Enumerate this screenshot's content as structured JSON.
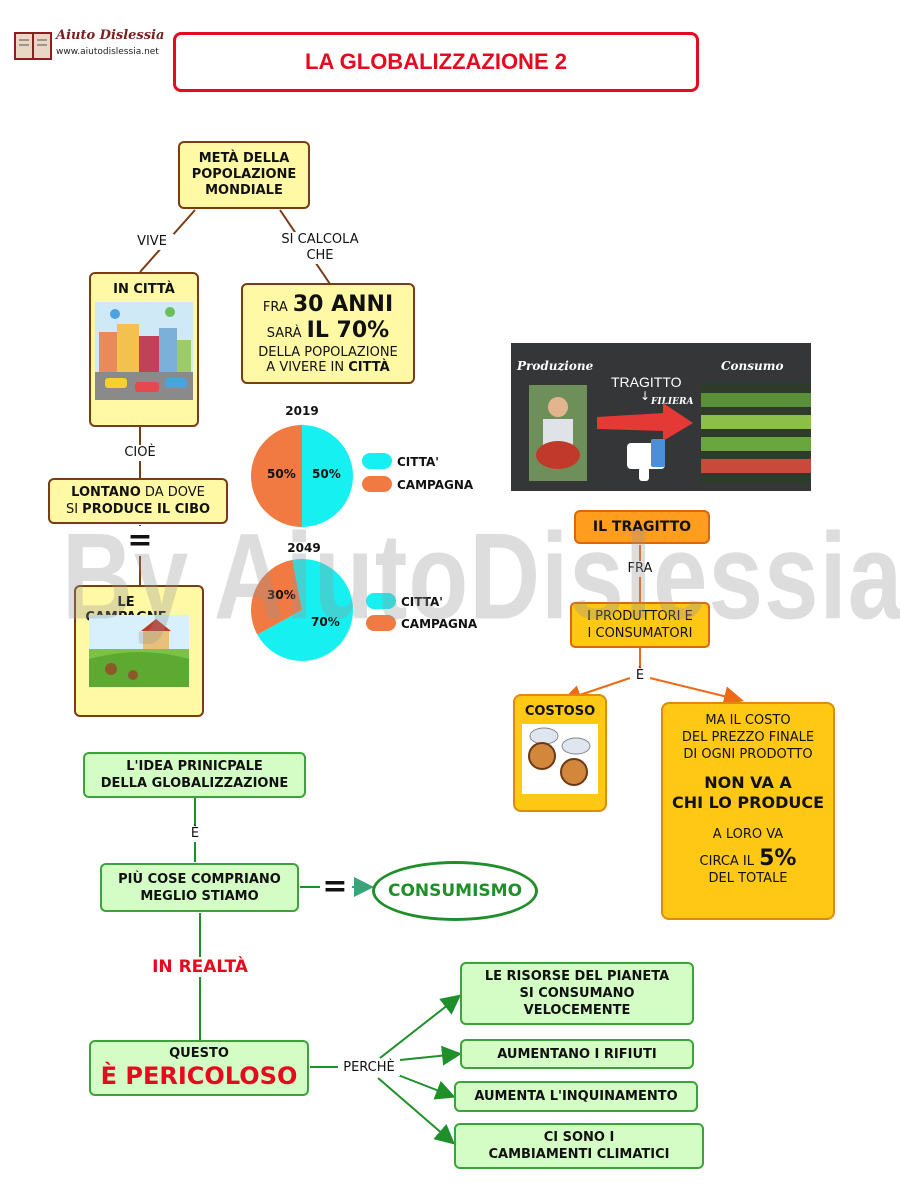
{
  "logo": {
    "name": "Aiuto Dislessia",
    "url": "www.aiutodislessia.net"
  },
  "title": "LA GLOBALIZZAZIONE 2",
  "watermark": "By AiutoDislessia.net",
  "top_node": {
    "l1": "METÀ DELLA",
    "l2": "POPOLAZIONE",
    "l3": "MONDIALE"
  },
  "edge_vive": "VIVE",
  "edge_calcola": "SI CALCOLA CHE",
  "in_citta": "IN CITTÀ",
  "fra_node": {
    "fra": "FRA",
    "num": "30 ANNI",
    "sara": "SARÀ",
    "pct": "IL 70%",
    "l3": "DELLA POPOLAZIONE",
    "l4a": "A VIVERE IN",
    "l4b": "CITTÀ"
  },
  "edge_cioe": "CIOÈ",
  "lontano": {
    "a": "LONTANO",
    "b": "DA DOVE",
    "c": "SI",
    "d": "PRODUCE IL CIBO"
  },
  "equals": "=",
  "campagne": "LE CAMPAGNE",
  "chart_data": [
    {
      "type": "pie",
      "title": "2019",
      "categories": [
        "CITTA'",
        "CAMPAGNA"
      ],
      "values": [
        50,
        50
      ],
      "labels": [
        "50%",
        "50%"
      ],
      "colors": [
        "#17f0f0",
        "#f07a42"
      ]
    },
    {
      "type": "pie",
      "title": "2049",
      "categories": [
        "CITTA'",
        "CAMPAGNA"
      ],
      "values": [
        70,
        30
      ],
      "labels": [
        "70%",
        "30%"
      ],
      "colors": [
        "#17f0f0",
        "#f07a42"
      ]
    }
  ],
  "photo": {
    "produzione": "Produzione",
    "tragitto": "TRAGITTO",
    "filiera": "FILIERA",
    "consumo": "Consumo"
  },
  "tragitto_node": "IL TRAGITTO",
  "edge_fra": "FRA",
  "produttori": {
    "l1": "I PRODUTTORI E",
    "l2": "I CONSUMATORI"
  },
  "edge_e": "È",
  "costoso": "COSTOSO",
  "costo_node": {
    "l1": "MA IL COSTO",
    "l2": "DEL PREZZO FINALE",
    "l3": "DI OGNI PRODOTTO",
    "l4": "NON VA A",
    "l5": "CHI LO PRODUCE",
    "l6": "A LORO VA",
    "l7a": "CIRCA IL",
    "l7b": "5%",
    "l8": "DEL TOTALE"
  },
  "idea": {
    "l1": "L'IDEA PRINICPALE",
    "l2": "DELLA GLOBALIZZAZIONE"
  },
  "edge_e2": "È",
  "piu": {
    "l1": "PIÙ COSE COMPRIANO",
    "l2": "MEGLIO STIAMO"
  },
  "consumismo": "CONSUMISMO",
  "in_realta": "IN REALTÀ",
  "pericoloso": {
    "l1": "QUESTO",
    "l2": "È PERICOLOSO"
  },
  "edge_perche": "PERCHÈ",
  "reasons": [
    {
      "l1": "LE RISORSE DEL PIANETA",
      "l2": "SI CONSUMANO",
      "l3": "VELOCEMENTE"
    },
    {
      "l1": "AUMENTANO I RIFIUTI"
    },
    {
      "l1": "AUMENTA L'INQUINAMENTO"
    },
    {
      "l1": "CI SONO I",
      "l2": "CAMBIAMENTI CLIMATICI"
    }
  ]
}
